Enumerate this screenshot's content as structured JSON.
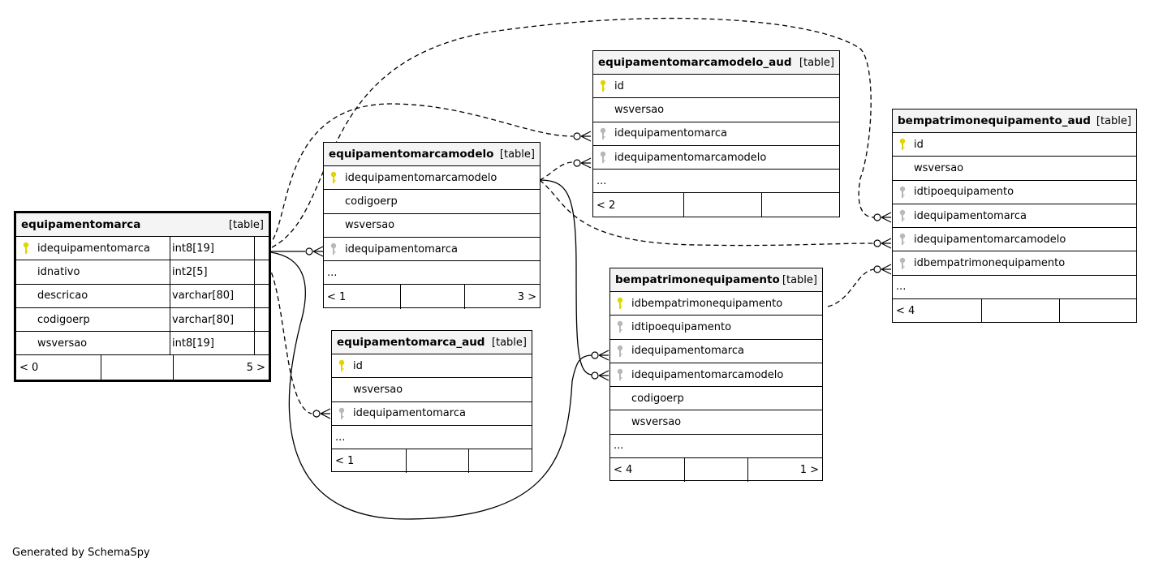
{
  "credit": "Generated by SchemaSpy",
  "colors": {
    "primary_key": "#e2d400",
    "foreign_key": "#b8b8b8",
    "header_bg": "#f4f4f4"
  },
  "tables": {
    "equipamentomarca": {
      "name": "equipamentomarca",
      "type": "[table]",
      "columns": [
        {
          "name": "idequipamentomarca",
          "dtype": "int8[19]",
          "key": "primary-key-icon"
        },
        {
          "name": "idnativo",
          "dtype": "int2[5]",
          "key": ""
        },
        {
          "name": "descricao",
          "dtype": "varchar[80]",
          "key": ""
        },
        {
          "name": "codigoerp",
          "dtype": "varchar[80]",
          "key": ""
        },
        {
          "name": "wsversao",
          "dtype": "int8[19]",
          "key": ""
        }
      ],
      "footer": {
        "left": "< 0",
        "mid": "",
        "right": "5 >"
      }
    },
    "equipamentomarcamodelo": {
      "name": "equipamentomarcamodelo",
      "type": "[table]",
      "columns": [
        {
          "name": "idequipamentomarcamodelo",
          "key": "primary-key-icon"
        },
        {
          "name": "codigoerp",
          "key": ""
        },
        {
          "name": "wsversao",
          "key": ""
        },
        {
          "name": "idequipamentomarca",
          "key": "foreign-key-icon"
        }
      ],
      "ellipsis": "...",
      "footer": {
        "left": "< 1",
        "mid": "",
        "right": "3 >"
      }
    },
    "equipamentomarca_aud": {
      "name": "equipamentomarca_aud",
      "type": "[table]",
      "columns": [
        {
          "name": "id",
          "key": "primary-key-icon"
        },
        {
          "name": "wsversao",
          "key": ""
        },
        {
          "name": "idequipamentomarca",
          "key": "foreign-key-icon"
        }
      ],
      "ellipsis": "...",
      "footer": {
        "left": "< 1",
        "mid": "",
        "right": ""
      }
    },
    "equipamentomarcamodelo_aud": {
      "name": "equipamentomarcamodelo_aud",
      "type": "[table]",
      "columns": [
        {
          "name": "id",
          "key": "primary-key-icon"
        },
        {
          "name": "wsversao",
          "key": ""
        },
        {
          "name": "idequipamentomarca",
          "key": "foreign-key-icon"
        },
        {
          "name": "idequipamentomarcamodelo",
          "key": "foreign-key-icon"
        }
      ],
      "ellipsis": "...",
      "footer": {
        "left": "< 2",
        "mid": "",
        "right": ""
      }
    },
    "bempatrimonequipamento": {
      "name": "bempatrimonequipamento",
      "type": "[table]",
      "columns": [
        {
          "name": "idbempatrimonequipamento",
          "key": "primary-key-icon"
        },
        {
          "name": "idtipoequipamento",
          "key": "foreign-key-icon"
        },
        {
          "name": "idequipamentomarca",
          "key": "foreign-key-icon"
        },
        {
          "name": "idequipamentomarcamodelo",
          "key": "foreign-key-icon"
        },
        {
          "name": "codigoerp",
          "key": ""
        },
        {
          "name": "wsversao",
          "key": ""
        }
      ],
      "ellipsis": "...",
      "footer": {
        "left": "< 4",
        "mid": "",
        "right": "1 >"
      }
    },
    "bempatrimonequipamento_aud": {
      "name": "bempatrimonequipamento_aud",
      "type": "[table]",
      "columns": [
        {
          "name": "id",
          "key": "primary-key-icon"
        },
        {
          "name": "wsversao",
          "key": ""
        },
        {
          "name": "idtipoequipamento",
          "key": "foreign-key-icon"
        },
        {
          "name": "idequipamentomarca",
          "key": "foreign-key-icon"
        },
        {
          "name": "idequipamentomarcamodelo",
          "key": "foreign-key-icon"
        },
        {
          "name": "idbempatrimonequipamento",
          "key": "foreign-key-icon"
        }
      ],
      "ellipsis": "...",
      "footer": {
        "left": "< 4",
        "mid": "",
        "right": ""
      }
    }
  }
}
